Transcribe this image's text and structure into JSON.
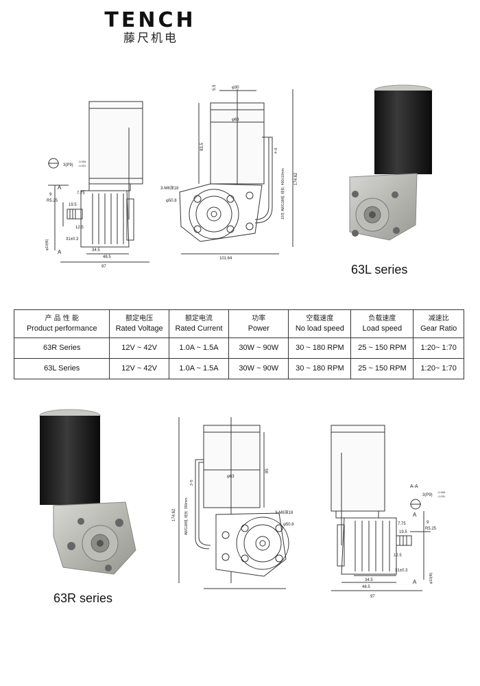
{
  "brand": {
    "logo": "TENCH",
    "subtitle": "藤尺机电"
  },
  "series_labels": {
    "l": "63L series",
    "r": "63R series"
  },
  "table": {
    "headers": [
      {
        "zh": "产 品 性 能",
        "en": "Product performance"
      },
      {
        "zh": "额定电压",
        "en": "Rated Voltage"
      },
      {
        "zh": "额定电流",
        "en": "Rated Current"
      },
      {
        "zh": "功率",
        "en": "Power"
      },
      {
        "zh": "空载速度",
        "en": "No load speed"
      },
      {
        "zh": "负载速度",
        "en": "Load speed"
      },
      {
        "zh": "减速比",
        "en": "Gear Ratio"
      }
    ],
    "rows": [
      [
        "63R Series",
        "12V ~ 42V",
        "1.0A ~ 1.5A",
        "30W ~ 90W",
        "30 ~ 180 RPM",
        "25 ~ 150 RPM",
        "1:20~ 1:70"
      ],
      [
        "63L Series",
        "12V ~ 42V",
        "1.0A ~ 1.5A",
        "30W ~ 90W",
        "30 ~ 180 RPM",
        "25 ~ 150 RPM",
        "1:20~ 1:70"
      ]
    ]
  },
  "dims": {
    "d30": "φ30",
    "d5_5": "5.5",
    "d63": "φ63",
    "d83_5": "83.5",
    "d174_62": "174.62",
    "d101_64": "101.64",
    "m6": "3-M6深18",
    "d50_8": "φ50.8",
    "wire_l": "10次 AWG18线, 线长: 400±10mm",
    "d4_6": "4~6",
    "key": "3(P9)",
    "tol1": "-0.006",
    "tol2": "-0.031",
    "aa": "A-A",
    "a": "A",
    "d7_75": "7.75",
    "d9": "9",
    "r5_25": "R5.25",
    "d19_5": "19.5",
    "d12_5": "12.5",
    "d31": "31±0.3",
    "shaft": "φ10(f6)",
    "d34_5": "34.5",
    "d48_5": "48.5",
    "d97": "97",
    "d85": "85",
    "wire_r": "AWG18线, 线长: 350mm",
    "d3_5": "3~5"
  }
}
